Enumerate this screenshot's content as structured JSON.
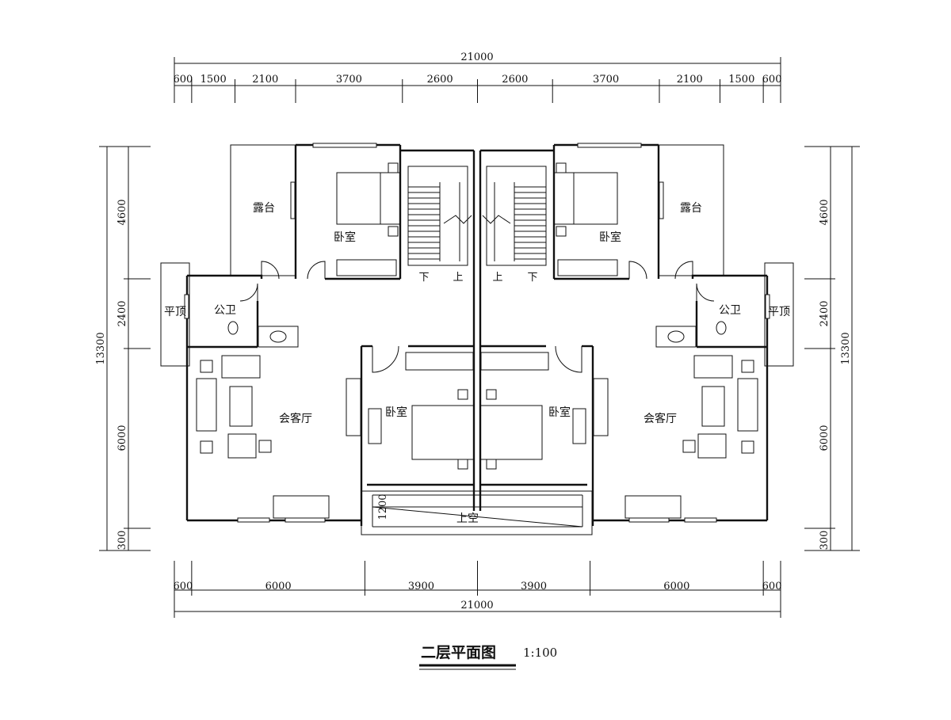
{
  "drawing": {
    "title": "二层平面图",
    "scale": "1:100"
  },
  "dimensions": {
    "top_total": "21000",
    "top_segments": [
      "600",
      "1500",
      "2100",
      "3700",
      "2600",
      "2600",
      "3700",
      "2100",
      "1500",
      "600"
    ],
    "bottom_total": "21000",
    "bottom_segments": [
      "600",
      "6000",
      "3900",
      "3900",
      "6000",
      "600"
    ],
    "left_total": "13300",
    "left_segments": [
      "4600",
      "2400",
      "6000",
      "300"
    ],
    "right_total": "13300",
    "right_segments": [
      "4600",
      "2400",
      "6000",
      "300"
    ],
    "void_depth": "1200"
  },
  "rooms": {
    "terrace": "露台",
    "bedroom": "卧室",
    "toilet": "公卫",
    "flat_roof": "平顶",
    "living_room": "会客厅",
    "void": "上空",
    "stair_down": "下",
    "stair_up": "上"
  }
}
